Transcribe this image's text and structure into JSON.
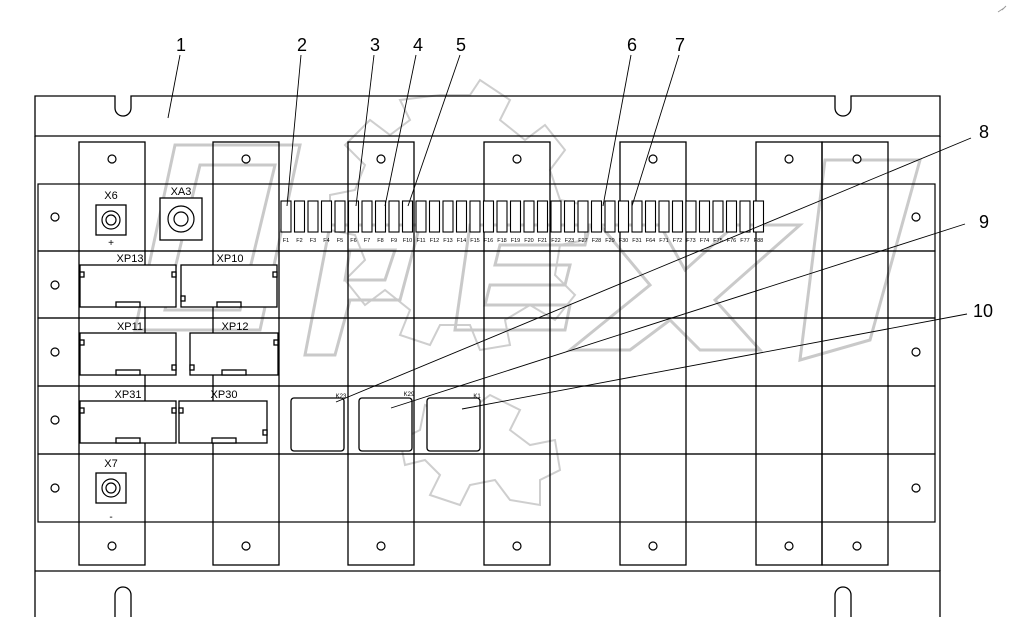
{
  "callouts": [
    "1",
    "2",
    "3",
    "4",
    "5",
    "6",
    "7",
    "8",
    "9",
    "10"
  ],
  "fuses": [
    "F1",
    "F2",
    "F3",
    "F4",
    "F5",
    "F6",
    "F7",
    "F8",
    "F9",
    "F10",
    "F11",
    "F12",
    "F13",
    "F14",
    "F15",
    "F16",
    "F18",
    "F19",
    "F20",
    "F21",
    "F22",
    "F23",
    "F27",
    "F28",
    "F29",
    "F30",
    "F31",
    "F64",
    "F71",
    "F72",
    "F73",
    "F74",
    "F75",
    "F76",
    "F77",
    "F88"
  ],
  "terminals": {
    "x6": "X6",
    "x6_sign": "+",
    "xa3": "XA3",
    "x7": "X7",
    "x7_sign": "-"
  },
  "connectors": {
    "xp13": "XP13",
    "xp10": "XP10",
    "xp11": "XP11",
    "xp12": "XP12",
    "xp31": "XP31",
    "xp30": "XP30"
  },
  "relays": {
    "k23": "K23",
    "k29": "K29",
    "k1": "K1"
  },
  "watermark": "OPEX"
}
